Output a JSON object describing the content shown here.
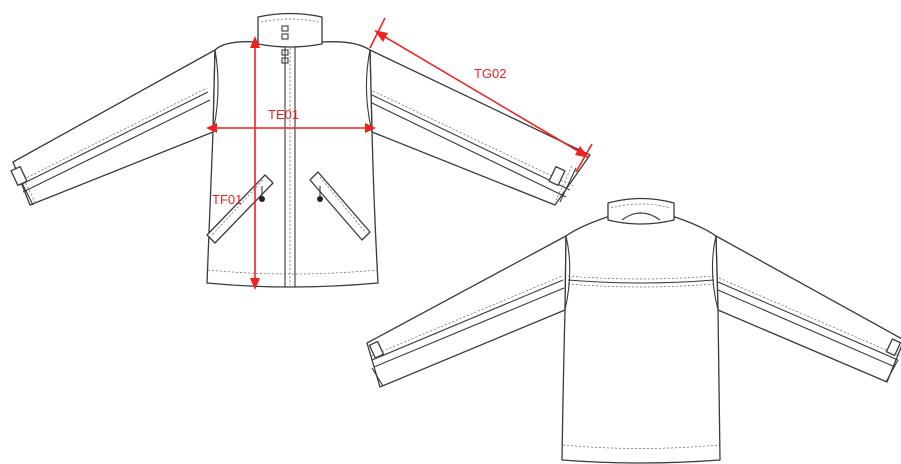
{
  "figure": {
    "subject": "jacket-technical-flat",
    "views": [
      "front",
      "back"
    ]
  },
  "measurements": {
    "chest": "TE01",
    "sleeve": "TG02",
    "front_length": "TF01"
  },
  "colors": {
    "measurement": "#ee2222",
    "outline": "#3a3a3a",
    "background": "#ffffff"
  }
}
